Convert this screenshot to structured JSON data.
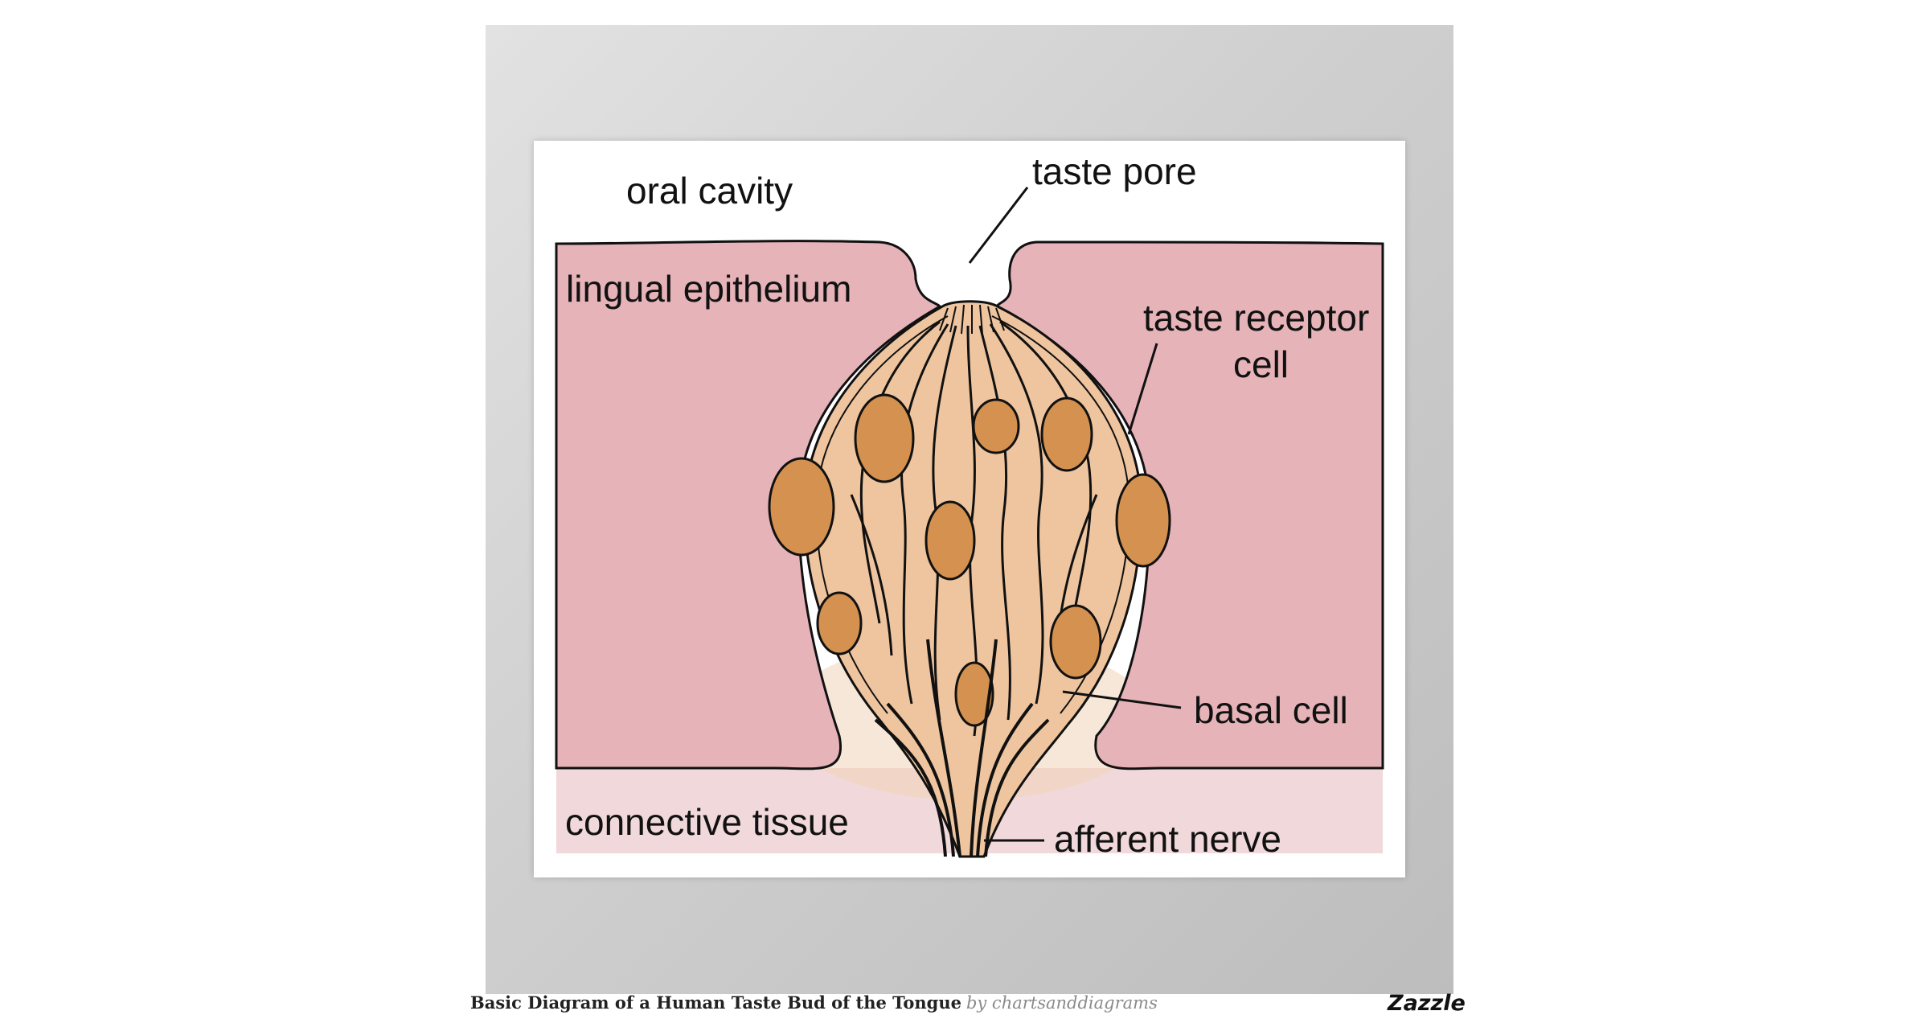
{
  "diagram": {
    "labels": {
      "oral_cavity": "oral cavity",
      "taste_pore": "taste pore",
      "lingual_epithelium": "lingual epithelium",
      "taste_receptor_cell_line1": "taste receptor",
      "taste_receptor_cell_line2": "cell",
      "basal_cell": "basal cell",
      "connective_tissue": "connective tissue",
      "afferent_nerve": "afferent nerve"
    },
    "colors": {
      "epithelium": "#e5b3b8",
      "connective_tissue": "#f1d9db",
      "cell_body": "#eec59f",
      "nucleus": "#d4914f",
      "outline": "#111111"
    }
  },
  "caption": {
    "title": "Basic Diagram of a Human Taste Bud of the Tongue",
    "byline": "by chartsanddiagrams"
  },
  "brand": "Zazzle"
}
